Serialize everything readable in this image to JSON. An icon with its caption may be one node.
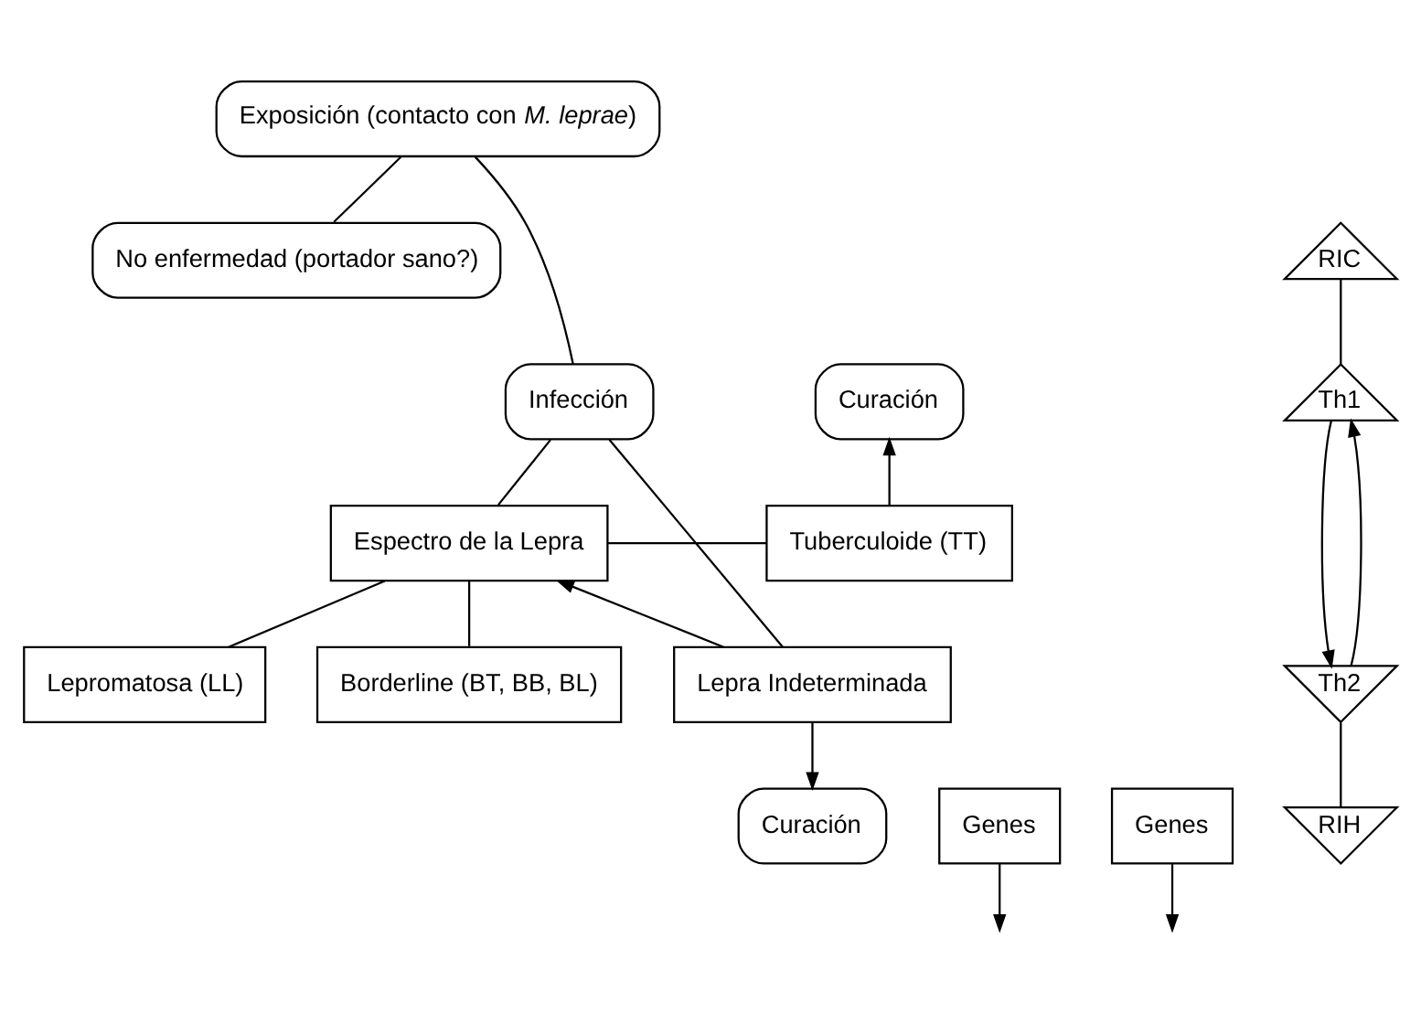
{
  "diagram": {
    "nodes": [
      {
        "text": [
          "Exposición (contacto con *M. leprae*)"
        ]
      },
      {
        "text": [
          "No enfermedad (portador sano?)"
        ]
      },
      {
        "text": [
          "Infección"
        ]
      },
      {
        "text": [
          "Genes"
        ]
      },
      {
        "text": [
          "Espectro de la Lepra"
        ]
      },
      {
        "text": [
          "Lepra Indeterminada"
        ]
      },
      {
        "text": [
          "Curación"
        ]
      },
      {
        "text": [
          "Curación"
        ]
      },
      {
        "text": [
          "Tuberculoide (TT)"
        ]
      },
      {
        "text": [
          "Borderline (BT, BB, BL)"
        ]
      },
      {
        "text": [
          "Lepromatosa (LL)"
        ]
      },
      {
        "text": [
          "Genes"
        ]
      },
      {
        "text": [
          "RIC"
        ]
      },
      {
        "text": [
          "Th1"
        ]
      },
      {
        "text": [
          "Th2"
        ]
      },
      {
        "text": [
          "RIH"
        ]
      }
    ],
    "edges": [
      {
        "from": 0,
        "to": 1,
        "arrow": "none"
      },
      {
        "from": 0,
        "to": 2,
        "arrow": "none"
      },
      {
        "from": 3,
        "to": null,
        "arrow": "to"
      },
      {
        "from": 2,
        "to": 4,
        "arrow": "none"
      },
      {
        "from": 2,
        "to": 5,
        "arrow": "none"
      },
      {
        "from": 5,
        "to": 4,
        "arrow": "to"
      },
      {
        "from": 5,
        "to": 6,
        "arrow": "to"
      },
      {
        "from": 4,
        "to": 8,
        "arrow": "none"
      },
      {
        "from": 4,
        "to": 9,
        "arrow": "none"
      },
      {
        "from": 4,
        "to": 10,
        "arrow": "none"
      },
      {
        "from": 8,
        "to": 7,
        "arrow": "to"
      },
      {
        "from": 11,
        "to": null,
        "arrow": "to"
      },
      {
        "from": 12,
        "to": 13,
        "arrow": "none"
      },
      {
        "from": 13,
        "to": 14,
        "arrow": "to"
      },
      {
        "from": 14,
        "to": 13,
        "arrow": "to"
      },
      {
        "from": 14,
        "to": 15,
        "arrow": "none"
      }
    ]
  }
}
